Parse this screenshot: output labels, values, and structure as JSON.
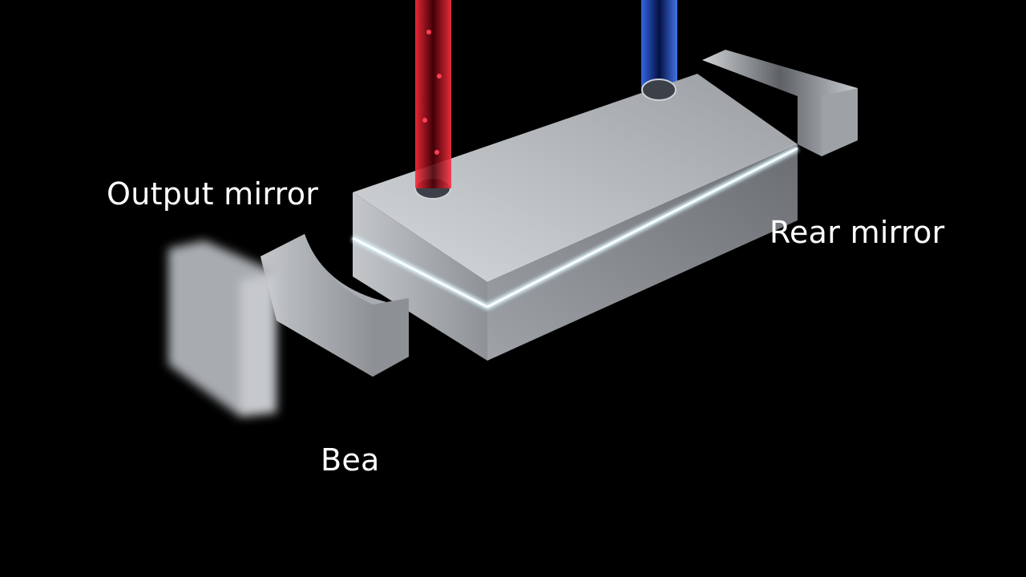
{
  "labels": {
    "output_mirror": "Output mirror",
    "rear_mirror": "Rear mirror",
    "beam": "Bea"
  },
  "colors": {
    "background": "#000000",
    "metal": "#b8bcc0",
    "red_tube": "#c0101c",
    "blue_tube": "#2050e0",
    "glow": "#dff6ff"
  }
}
